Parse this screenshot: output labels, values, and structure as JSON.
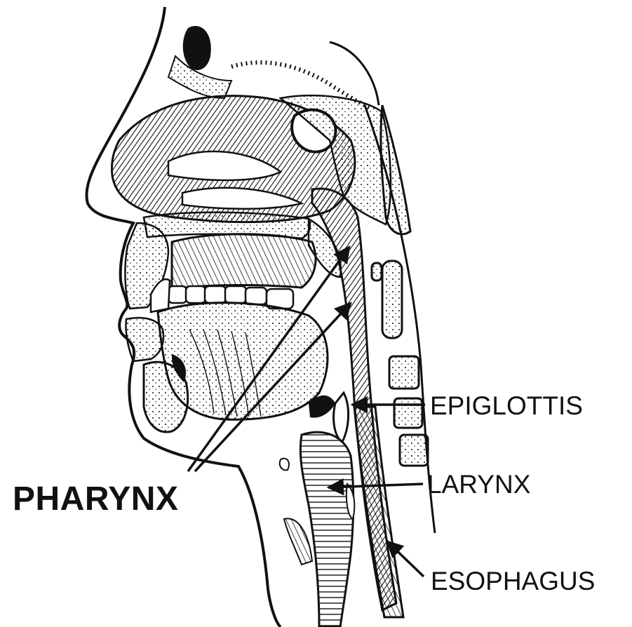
{
  "diagram": {
    "labels": {
      "pharynx": "PHARYNX",
      "epiglottis": "EPIGLOTTIS",
      "larynx": "LARYNX",
      "esophagus": "ESOPHAGUS"
    },
    "colors": {
      "ink": "#111111",
      "paper": "#ffffff"
    }
  }
}
